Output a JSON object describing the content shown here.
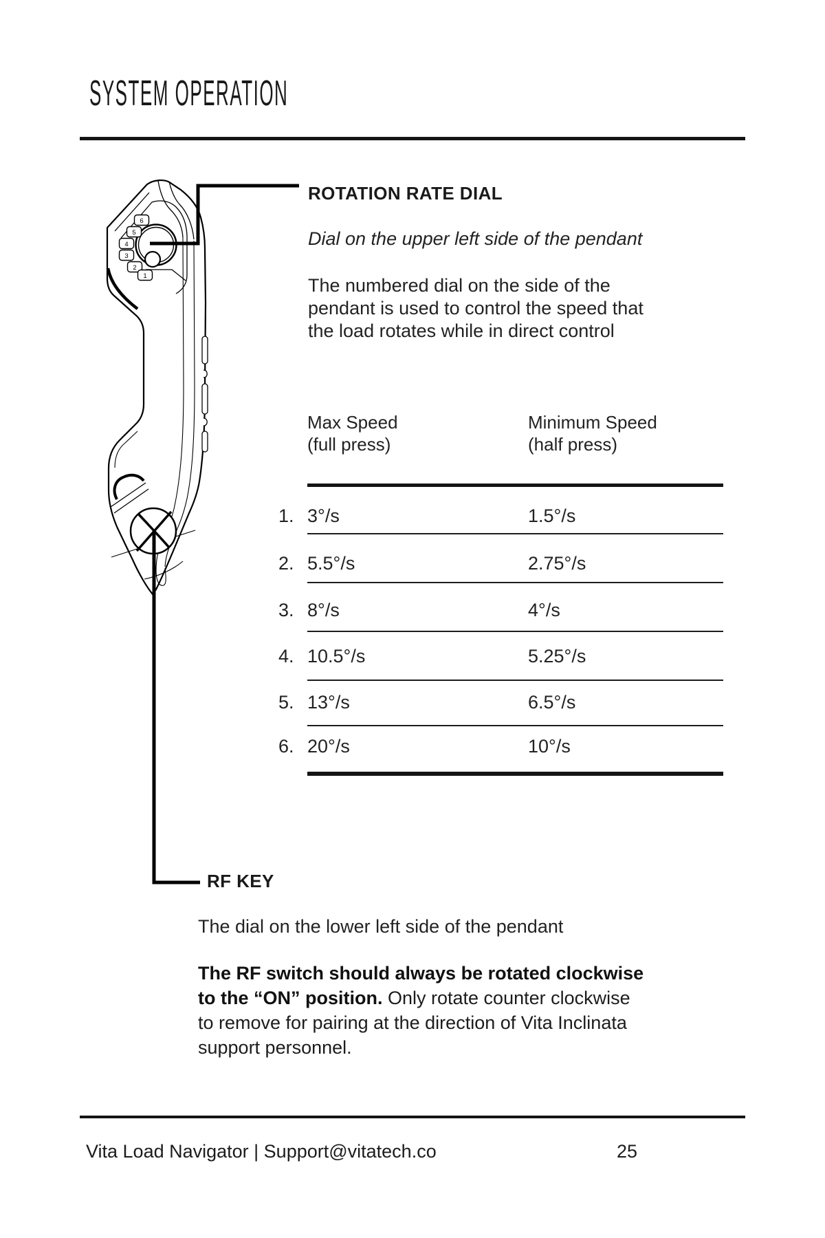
{
  "page": {
    "title": "SYSTEM OPERATION",
    "footer_left": "Vita Load Navigator | Support@vitatech.co",
    "page_number": "25"
  },
  "diagram": {
    "description": "Line-art side view of the hand pendant with rotation rate dial (top) and RF key (bottom)",
    "dial_numbers": [
      "6",
      "5",
      "4",
      "3",
      "2",
      "1"
    ]
  },
  "rotation_rate_dial": {
    "heading": "ROTATION RATE DIAL",
    "subheading_italic": "Dial on the upper left side of the pendant",
    "body_lines": [
      "The numbered dial on the side of the",
      "pendant is used to control the speed that",
      "the load rotates while in direct control"
    ]
  },
  "speed_table": {
    "col1_header": [
      "Max Speed",
      "(full press)"
    ],
    "col2_header": [
      "Minimum Speed",
      "(half press)"
    ],
    "rows": [
      {
        "num": "1.",
        "max": "3°/s",
        "min": "1.5°/s"
      },
      {
        "num": "2.",
        "max": "5.5°/s",
        "min": "2.75°/s"
      },
      {
        "num": "3.",
        "max": "8°/s",
        "min": "4°/s"
      },
      {
        "num": "4.",
        "max": "10.5°/s",
        "min": "5.25°/s"
      },
      {
        "num": "5.",
        "max": "13°/s",
        "min": "6.5°/s"
      },
      {
        "num": "6.",
        "max": "20°/s",
        "min": "10°/s"
      }
    ]
  },
  "rf_key": {
    "heading": "RF KEY",
    "body": "The dial on the lower left side of the pendant",
    "warning": {
      "line1_bold": "The RF switch should always be rotated clockwise",
      "line2_bold": "to the “ON” position.",
      "line2_regular": " Only rotate counter clockwise",
      "line3": "to remove for pairing at the direction of Vita Inclinata",
      "line4": "support personnel."
    }
  }
}
